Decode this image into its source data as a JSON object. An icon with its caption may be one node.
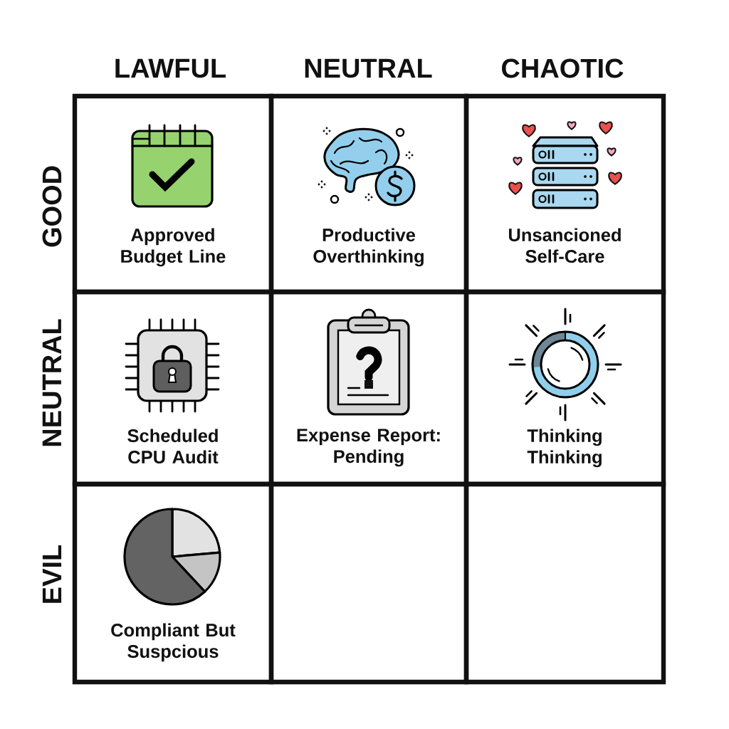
{
  "diagram": {
    "nodes": [
      {
        "text": [
          "Approved Budget Line"
        ]
      },
      {
        "text": [
          "Productive Overthinking"
        ]
      },
      {
        "text": [
          "Unsancioned Self-Care"
        ]
      },
      {
        "text": [
          "Scheduled CPU Audit"
        ]
      },
      {
        "text": [
          "Expense Report: Pending"
        ]
      },
      {
        "text": [
          "Thinking Thinking"
        ]
      },
      {
        "text": [
          "Compliant But Suspcious"
        ]
      },
      {
        "text": [],
        "shape": "box"
      },
      {
        "text": [],
        "shape": "box"
      }
    ],
    "labels": [
      "LAWFUL",
      "NEUTRAL",
      "CHAOTIC",
      "GOOD",
      "NEUTRAL",
      "EVIL"
    ]
  }
}
